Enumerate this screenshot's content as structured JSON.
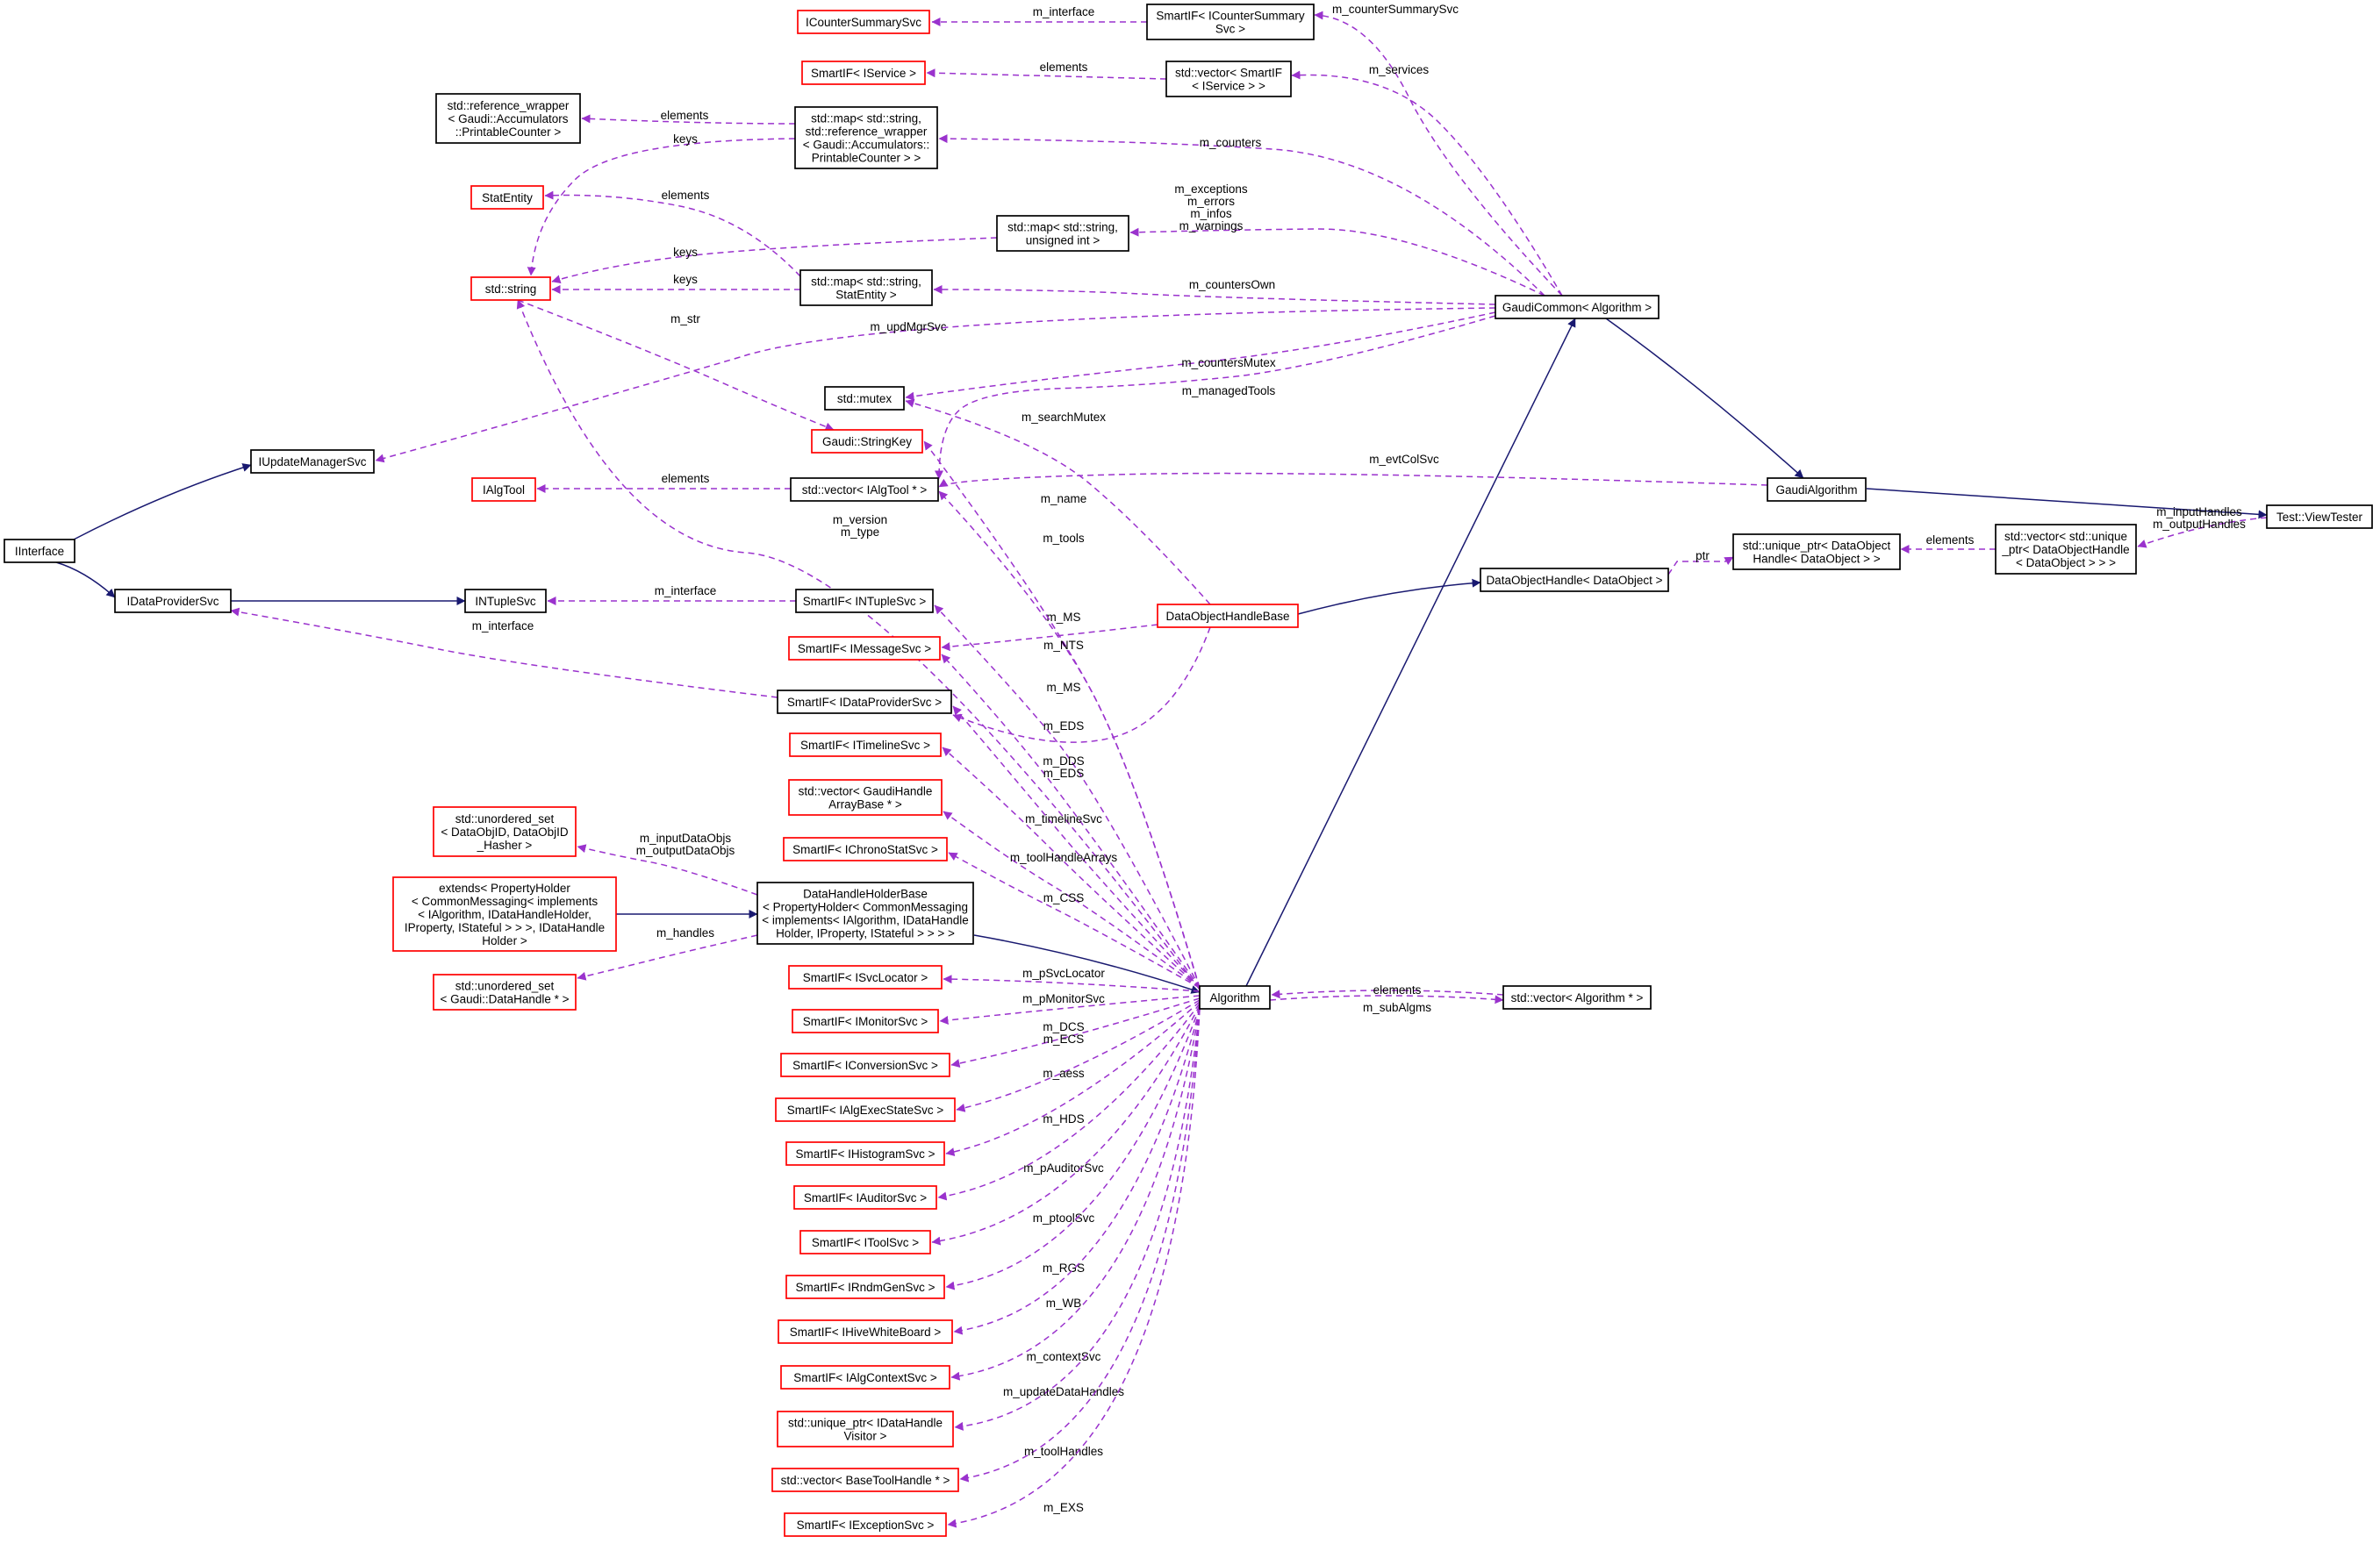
{
  "colors": {
    "inheritance": "#191970",
    "usage": "#9a32cd",
    "documented_border": "#000000",
    "undocumented_border": "#ff0000",
    "highlight_fill": "#bfbfbf"
  },
  "nodes": {
    "test_viewtester": {
      "lines": [
        "Test::ViewTester"
      ],
      "border": "black",
      "highlight": true
    },
    "gaudi_algorithm": {
      "lines": [
        "GaudiAlgorithm"
      ],
      "border": "black"
    },
    "gaudi_common": {
      "lines": [
        "GaudiCommon< Algorithm >"
      ],
      "border": "black"
    },
    "algorithm": {
      "lines": [
        "Algorithm"
      ],
      "border": "black"
    },
    "vector_algorithm_ptr": {
      "lines": [
        "std::vector< Algorithm * >"
      ],
      "border": "black"
    },
    "vector_unique_ptr_dataobjecthandle": {
      "lines": [
        "std::vector< std::unique",
        "_ptr< DataObjectHandle",
        "< DataObject > > >"
      ],
      "border": "black"
    },
    "unique_ptr_dataobjecthandle": {
      "lines": [
        "std::unique_ptr< DataObject",
        "Handle< DataObject > >"
      ],
      "border": "black"
    },
    "dataobjecthandle": {
      "lines": [
        "DataObjectHandle< DataObject >"
      ],
      "border": "black"
    },
    "dataobjecthandlebase": {
      "lines": [
        "DataObjectHandleBase"
      ],
      "border": "red"
    },
    "smartif_icountersummarysvc": {
      "lines": [
        "SmartIF< ICounterSummary",
        "Svc >"
      ],
      "border": "black"
    },
    "icountersummarysvc": {
      "lines": [
        "ICounterSummarySvc"
      ],
      "border": "red"
    },
    "vector_smartif_iservice": {
      "lines": [
        "std::vector< SmartIF",
        "< IService > >"
      ],
      "border": "black"
    },
    "smartif_iservice": {
      "lines": [
        "SmartIF< IService >"
      ],
      "border": "red"
    },
    "map_string_reference_wrapper": {
      "lines": [
        "std::map< std::string,",
        "std::reference_wrapper",
        "< Gaudi::Accumulators::",
        "PrintableCounter > >"
      ],
      "border": "black"
    },
    "reference_wrapper_printablecounter": {
      "lines": [
        "std::reference_wrapper",
        "< Gaudi::Accumulators",
        "::PrintableCounter >"
      ],
      "border": "black"
    },
    "statentity": {
      "lines": [
        "StatEntity"
      ],
      "border": "red"
    },
    "std_string": {
      "lines": [
        "std::string"
      ],
      "border": "red"
    },
    "map_string_uint": {
      "lines": [
        "std::map< std::string,",
        "unsigned int >"
      ],
      "border": "black"
    },
    "map_string_statentity": {
      "lines": [
        "std::map< std::string,",
        "StatEntity >"
      ],
      "border": "black"
    },
    "std_mutex": {
      "lines": [
        "std::mutex"
      ],
      "border": "black"
    },
    "gaudi_stringkey": {
      "lines": [
        "Gaudi::StringKey"
      ],
      "border": "red"
    },
    "iupdatemanagersvc": {
      "lines": [
        "IUpdateManagerSvc"
      ],
      "border": "black"
    },
    "iinterface": {
      "lines": [
        "IInterface"
      ],
      "border": "black"
    },
    "idataprovidersvc": {
      "lines": [
        "IDataProviderSvc"
      ],
      "border": "black"
    },
    "intuplesvc": {
      "lines": [
        "INTupleSvc"
      ],
      "border": "black"
    },
    "ialgtool": {
      "lines": [
        "IAlgTool"
      ],
      "border": "red"
    },
    "vector_ialgtool_ptr": {
      "lines": [
        "std::vector< IAlgTool * >"
      ],
      "border": "black"
    },
    "smartif_intuplesvc": {
      "lines": [
        "SmartIF< INTupleSvc >"
      ],
      "border": "black"
    },
    "smartif_imessagesvc": {
      "lines": [
        "SmartIF< IMessageSvc >"
      ],
      "border": "red"
    },
    "smartif_idataprovidersvc": {
      "lines": [
        "SmartIF< IDataProviderSvc >"
      ],
      "border": "black"
    },
    "smartif_itimelinesvc": {
      "lines": [
        "SmartIF< ITimelineSvc >"
      ],
      "border": "red"
    },
    "vector_gaudihandlearraybase": {
      "lines": [
        "std::vector< GaudiHandle",
        "ArrayBase * >"
      ],
      "border": "red"
    },
    "smartif_ichronostatsvc": {
      "lines": [
        "SmartIF< IChronoStatSvc >"
      ],
      "border": "red"
    },
    "unordered_set_dataobjid": {
      "lines": [
        "std::unordered_set",
        "< DataObjID, DataObjID",
        "_Hasher >"
      ],
      "border": "red"
    },
    "extends_propertyholder": {
      "lines": [
        "extends< PropertyHolder",
        "< CommonMessaging< implements",
        "< IAlgorithm, IDataHandleHolder,",
        " IProperty, IStateful > > >, IDataHandle",
        "Holder >"
      ],
      "border": "red"
    },
    "unordered_set_datahandle": {
      "lines": [
        "std::unordered_set",
        "< Gaudi::DataHandle * >"
      ],
      "border": "red"
    },
    "datahandleholderbase": {
      "lines": [
        "DataHandleHolderBase",
        "< PropertyHolder< CommonMessaging",
        "< implements< IAlgorithm, IDataHandle",
        "Holder, IProperty, IStateful > > > >"
      ],
      "border": "black"
    },
    "smartif_isvclocator": {
      "lines": [
        "SmartIF< ISvcLocator >"
      ],
      "border": "red"
    },
    "smartif_imonitorsvc": {
      "lines": [
        "SmartIF< IMonitorSvc >"
      ],
      "border": "red"
    },
    "smartif_iconversionsvc": {
      "lines": [
        "SmartIF< IConversionSvc >"
      ],
      "border": "red"
    },
    "smartif_ialgexecstatesvc": {
      "lines": [
        "SmartIF< IAlgExecStateSvc >"
      ],
      "border": "red"
    },
    "smartif_ihistogramsvc": {
      "lines": [
        "SmartIF< IHistogramSvc >"
      ],
      "border": "red"
    },
    "smartif_iauditorsvc": {
      "lines": [
        "SmartIF< IAuditorSvc >"
      ],
      "border": "red"
    },
    "smartif_itoolsvc": {
      "lines": [
        "SmartIF< IToolSvc >"
      ],
      "border": "red"
    },
    "smartif_irndmgensvc": {
      "lines": [
        "SmartIF< IRndmGenSvc >"
      ],
      "border": "red"
    },
    "smartif_ihivewhiteboard": {
      "lines": [
        "SmartIF< IHiveWhiteBoard >"
      ],
      "border": "red"
    },
    "smartif_ialgcontextsvc": {
      "lines": [
        "SmartIF< IAlgContextSvc >"
      ],
      "border": "red"
    },
    "unique_ptr_idatahandlevisitor": {
      "lines": [
        "std::unique_ptr< IDataHandle",
        "Visitor >"
      ],
      "border": "red"
    },
    "vector_basetoolhandle": {
      "lines": [
        "std::vector< BaseToolHandle * >"
      ],
      "border": "red"
    },
    "smartif_iexceptionsvc": {
      "lines": [
        "SmartIF< IExceptionSvc >"
      ],
      "border": "red"
    }
  },
  "edges": [
    {
      "from": "gaudi_algorithm",
      "to": "test_viewtester",
      "kind": "inheritance"
    },
    {
      "from": "gaudi_common",
      "to": "gaudi_algorithm",
      "kind": "inheritance"
    },
    {
      "from": "algorithm",
      "to": "gaudi_common",
      "kind": "inheritance"
    },
    {
      "from": "datahandleholderbase",
      "to": "algorithm",
      "kind": "inheritance"
    },
    {
      "from": "extends_propertyholder",
      "to": "datahandleholderbase",
      "kind": "inheritance"
    },
    {
      "from": "dataobjecthandlebase",
      "to": "dataobjecthandle",
      "kind": "inheritance"
    },
    {
      "from": "iinterface",
      "to": "iupdatemanagersvc",
      "kind": "inheritance"
    },
    {
      "from": "iinterface",
      "to": "idataprovidersvc",
      "kind": "inheritance"
    },
    {
      "from": "idataprovidersvc",
      "to": "intuplesvc",
      "kind": "inheritance"
    },
    {
      "from": "vector_unique_ptr_dataobjecthandle",
      "to": "test_viewtester",
      "kind": "usage",
      "label": [
        "m_inputHandles",
        "m_outputHandles"
      ]
    },
    {
      "from": "unique_ptr_dataobjecthandle",
      "to": "vector_unique_ptr_dataobjecthandle",
      "kind": "usage",
      "label": [
        "elements"
      ]
    },
    {
      "from": "dataobjecthandle",
      "to": "unique_ptr_dataobjecthandle",
      "kind": "usage",
      "label": [
        "ptr"
      ]
    },
    {
      "from": "smartif_idataprovidersvc",
      "to": "gaudi_algorithm",
      "kind": "usage",
      "label": [
        "m_evtColSvc"
      ]
    },
    {
      "from": "algorithm",
      "to": "vector_algorithm_ptr",
      "kind": "usage",
      "label": [
        "m_subAlgms"
      ]
    },
    {
      "from": "vector_algorithm_ptr",
      "to": "algorithm",
      "kind": "usage",
      "label": [
        "elements"
      ]
    },
    {
      "from": "smartif_icountersummarysvc",
      "to": "gaudi_common",
      "kind": "usage",
      "label": [
        "m_counterSummarySvc"
      ]
    },
    {
      "from": "icountersummarysvc",
      "to": "smartif_icountersummarysvc",
      "kind": "usage",
      "label": [
        "m_interface"
      ]
    },
    {
      "from": "vector_smartif_iservice",
      "to": "gaudi_common",
      "kind": "usage",
      "label": [
        "m_services"
      ]
    },
    {
      "from": "smartif_iservice",
      "to": "vector_smartif_iservice",
      "kind": "usage",
      "label": [
        "elements"
      ]
    },
    {
      "from": "map_string_reference_wrapper",
      "to": "gaudi_common",
      "kind": "usage",
      "label": [
        "m_counters"
      ]
    },
    {
      "from": "reference_wrapper_printablecounter",
      "to": "map_string_reference_wrapper",
      "kind": "usage",
      "label": [
        "elements"
      ]
    },
    {
      "from": "std_string",
      "to": "map_string_reference_wrapper",
      "kind": "usage",
      "label": [
        "keys"
      ]
    },
    {
      "from": "map_string_uint",
      "to": "gaudi_common",
      "kind": "usage",
      "label": [
        "m_exceptions",
        "m_errors",
        "m_infos",
        "m_warnings"
      ]
    },
    {
      "from": "std_string",
      "to": "map_string_uint",
      "kind": "usage",
      "label": [
        "keys"
      ]
    },
    {
      "from": "map_string_statentity",
      "to": "gaudi_common",
      "kind": "usage",
      "label": [
        "m_countersOwn"
      ]
    },
    {
      "from": "std_string",
      "to": "map_string_statentity",
      "kind": "usage",
      "label": [
        "keys"
      ]
    },
    {
      "from": "statentity",
      "to": "map_string_statentity",
      "kind": "usage",
      "label": [
        "elements"
      ]
    },
    {
      "from": "iupdatemanagersvc",
      "to": "gaudi_common",
      "kind": "usage",
      "label": [
        "m_updMgrSvc"
      ]
    },
    {
      "from": "std_mutex",
      "to": "gaudi_common",
      "kind": "usage",
      "label": [
        "m_countersMutex"
      ]
    },
    {
      "from": "vector_ialgtool_ptr",
      "to": "gaudi_common",
      "kind": "usage",
      "label": [
        "m_managedTools"
      ]
    },
    {
      "from": "std_string",
      "to": "gaudi_stringkey",
      "kind": "usage",
      "label": [
        "m_str"
      ]
    },
    {
      "from": "std_mutex",
      "to": "dataobjecthandlebase",
      "kind": "usage",
      "label": [
        "m_searchMutex"
      ]
    },
    {
      "from": "ialgtool",
      "to": "vector_ialgtool_ptr",
      "kind": "usage",
      "label": [
        "elements"
      ]
    },
    {
      "from": "intuplesvc",
      "to": "smartif_intuplesvc",
      "kind": "usage",
      "label": [
        "m_interface"
      ]
    },
    {
      "from": "idataprovidersvc",
      "to": "smartif_idataprovidersvc",
      "kind": "usage",
      "label": [
        "m_interface"
      ]
    },
    {
      "from": "smartif_imessagesvc",
      "to": "dataobjecthandlebase",
      "kind": "usage",
      "label": [
        "m_MS"
      ]
    },
    {
      "from": "smartif_idataprovidersvc",
      "to": "dataobjecthandlebase",
      "kind": "usage",
      "label": [
        "m_EDS"
      ]
    },
    {
      "from": "unordered_set_dataobjid",
      "to": "datahandleholderbase",
      "kind": "usage",
      "label": [
        "m_inputDataObjs",
        "m_outputDataObjs"
      ]
    },
    {
      "from": "unordered_set_datahandle",
      "to": "datahandleholderbase",
      "kind": "usage",
      "label": [
        "m_handles"
      ]
    },
    {
      "from": "std_string",
      "to": "algorithm",
      "kind": "usage",
      "label": [
        "m_version",
        "m_type"
      ]
    },
    {
      "from": "gaudi_stringkey",
      "to": "algorithm",
      "kind": "usage",
      "label": [
        "m_name"
      ]
    },
    {
      "from": "vector_ialgtool_ptr",
      "to": "algorithm",
      "kind": "usage",
      "label": [
        "m_tools"
      ]
    },
    {
      "from": "smartif_intuplesvc",
      "to": "algorithm",
      "kind": "usage",
      "label": [
        "m_NTS"
      ]
    },
    {
      "from": "smartif_imessagesvc",
      "to": "algorithm",
      "kind": "usage",
      "label": [
        "m_MS"
      ]
    },
    {
      "from": "smartif_idataprovidersvc",
      "to": "algorithm",
      "kind": "usage",
      "label": [
        "m_DDS",
        "m_EDS"
      ]
    },
    {
      "from": "smartif_itimelinesvc",
      "to": "algorithm",
      "kind": "usage",
      "label": [
        "m_timelineSvc"
      ]
    },
    {
      "from": "vector_gaudihandlearraybase",
      "to": "algorithm",
      "kind": "usage",
      "label": [
        "m_toolHandleArrays"
      ]
    },
    {
      "from": "smartif_ichronostatsvc",
      "to": "algorithm",
      "kind": "usage",
      "label": [
        "m_CSS"
      ]
    },
    {
      "from": "smartif_isvclocator",
      "to": "algorithm",
      "kind": "usage",
      "label": [
        "m_pSvcLocator"
      ]
    },
    {
      "from": "smartif_imonitorsvc",
      "to": "algorithm",
      "kind": "usage",
      "label": [
        "m_pMonitorSvc"
      ]
    },
    {
      "from": "smartif_iconversionsvc",
      "to": "algorithm",
      "kind": "usage",
      "label": [
        "m_DCS",
        "m_ECS"
      ]
    },
    {
      "from": "smartif_ialgexecstatesvc",
      "to": "algorithm",
      "kind": "usage",
      "label": [
        "m_aess"
      ]
    },
    {
      "from": "smartif_ihistogramsvc",
      "to": "algorithm",
      "kind": "usage",
      "label": [
        "m_HDS"
      ]
    },
    {
      "from": "smartif_iauditorsvc",
      "to": "algorithm",
      "kind": "usage",
      "label": [
        "m_pAuditorSvc"
      ]
    },
    {
      "from": "smartif_itoolsvc",
      "to": "algorithm",
      "kind": "usage",
      "label": [
        "m_ptoolSvc"
      ]
    },
    {
      "from": "smartif_irndmgensvc",
      "to": "algorithm",
      "kind": "usage",
      "label": [
        "m_RGS"
      ]
    },
    {
      "from": "smartif_ihivewhiteboard",
      "to": "algorithm",
      "kind": "usage",
      "label": [
        "m_WB"
      ]
    },
    {
      "from": "smartif_ialgcontextsvc",
      "to": "algorithm",
      "kind": "usage",
      "label": [
        "m_contextSvc"
      ]
    },
    {
      "from": "unique_ptr_idatahandlevisitor",
      "to": "algorithm",
      "kind": "usage",
      "label": [
        "m_updateDataHandles"
      ]
    },
    {
      "from": "vector_basetoolhandle",
      "to": "algorithm",
      "kind": "usage",
      "label": [
        "m_toolHandles"
      ]
    },
    {
      "from": "smartif_iexceptionsvc",
      "to": "algorithm",
      "kind": "usage",
      "label": [
        "m_EXS"
      ]
    }
  ]
}
